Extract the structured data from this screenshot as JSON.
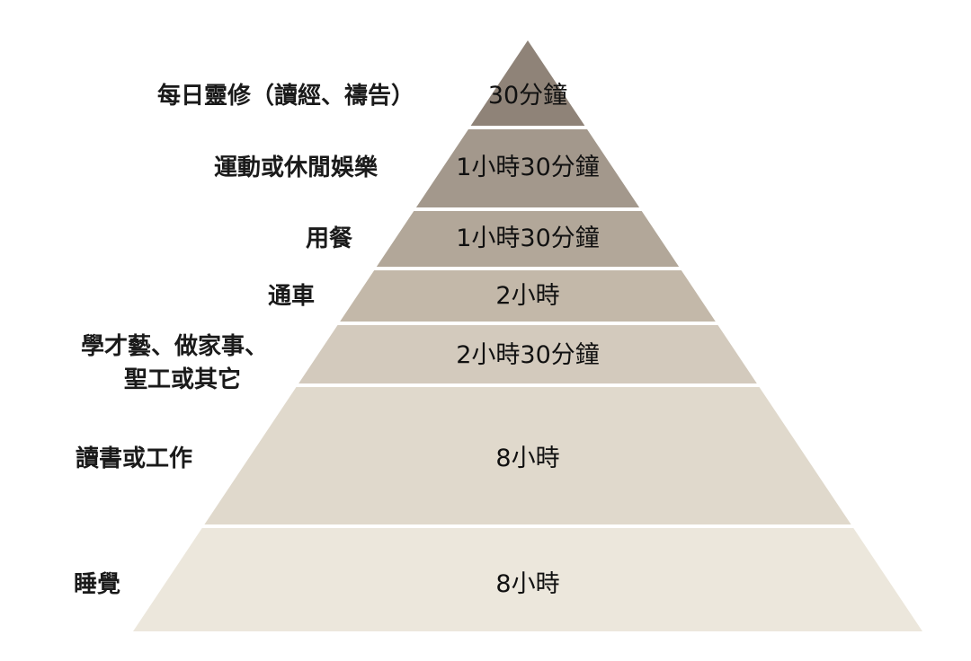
{
  "pyramid": {
    "levels": [
      {
        "activity": "每日靈修（讀經、禱告）",
        "duration": "30分鐘",
        "color": "#8f8378"
      },
      {
        "activity": "運動或休閒娛樂",
        "duration": "1小時30分鐘",
        "color": "#a3988c"
      },
      {
        "activity": "用餐",
        "duration": "1小時30分鐘",
        "color": "#b2a799"
      },
      {
        "activity": "通車",
        "duration": "2小時",
        "color": "#c3b8a9"
      },
      {
        "activity": "學才藝、做家事、",
        "activity_line2": "聖工或其它",
        "duration": "2小時30分鐘",
        "color": "#d3cabd"
      },
      {
        "activity": "讀書或工作",
        "duration": "8小時",
        "color": "#e0d9cc"
      },
      {
        "activity": "睡覺",
        "duration": "8小時",
        "color": "#ece7dc"
      }
    ]
  }
}
